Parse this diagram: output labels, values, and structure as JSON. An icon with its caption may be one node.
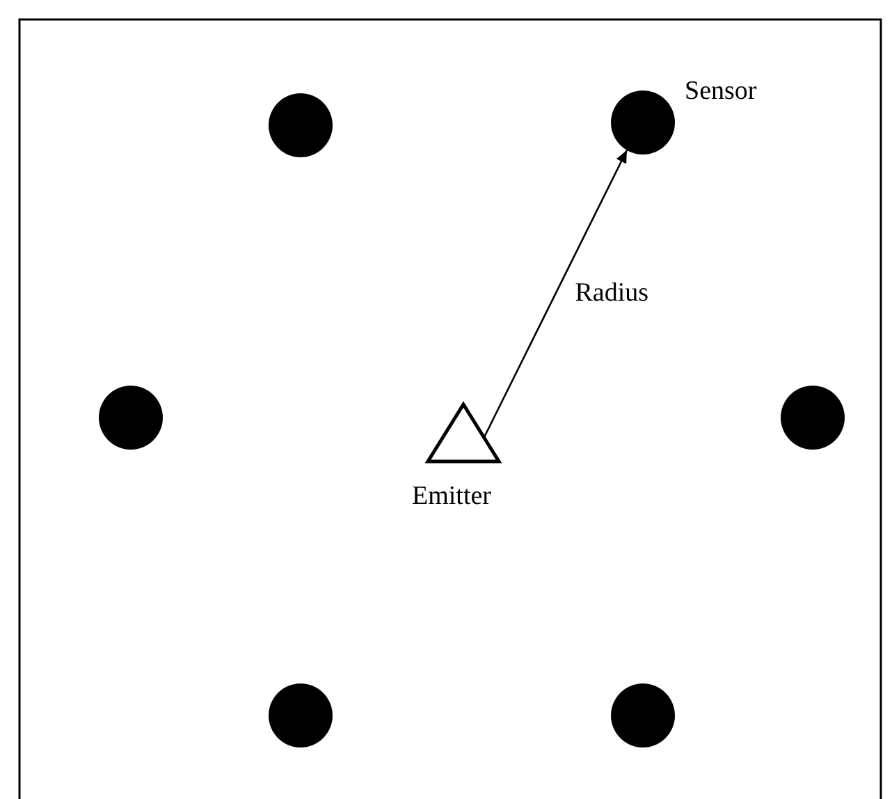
{
  "diagram": {
    "nodes": [
      {
        "text": [],
        "shape": "circle"
      },
      {
        "text": [],
        "shape": "circle",
        "beside": [
          "Sensor"
        ]
      },
      {
        "text": [],
        "shape": "circle"
      },
      {
        "text": [],
        "shape": "triangle",
        "beside": [
          "Emitter"
        ]
      },
      {
        "text": [],
        "shape": "circle"
      },
      {
        "text": [],
        "shape": "circle"
      },
      {
        "text": [],
        "shape": "circle"
      }
    ],
    "edges": [
      {
        "from": 3,
        "to": 1,
        "arrow": "to",
        "label": "Radius"
      }
    ]
  }
}
